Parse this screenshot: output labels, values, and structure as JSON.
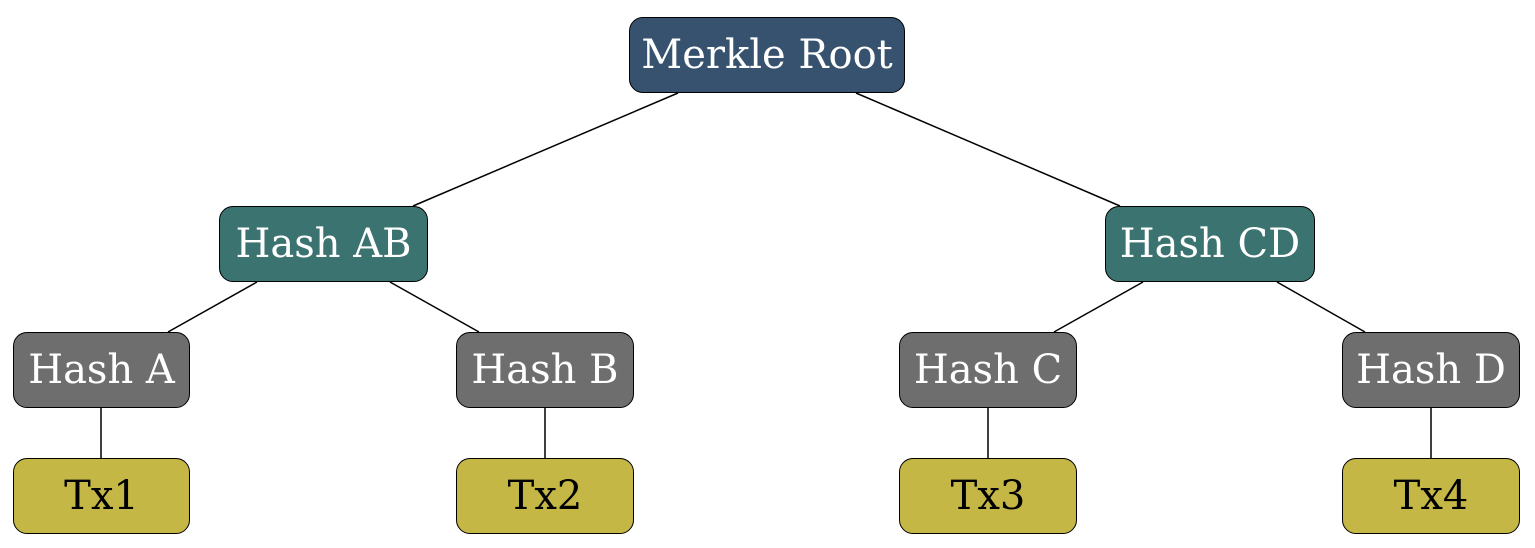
{
  "colors": {
    "root_fill": "#36526E",
    "intermediate_fill": "#3B7371",
    "leaf_hash_fill": "#6E6E6E",
    "transaction_fill": "#C4B745",
    "light_text": "#FFFFFF",
    "dark_text": "#000000"
  },
  "tree": {
    "root": {
      "label": "Merkle Root"
    },
    "hash_ab": {
      "label": "Hash AB"
    },
    "hash_cd": {
      "label": "Hash CD"
    },
    "hash_a": {
      "label": "Hash A"
    },
    "hash_b": {
      "label": "Hash B"
    },
    "hash_c": {
      "label": "Hash C"
    },
    "hash_d": {
      "label": "Hash D"
    },
    "tx1": {
      "label": "Tx1"
    },
    "tx2": {
      "label": "Tx2"
    },
    "tx3": {
      "label": "Tx3"
    },
    "tx4": {
      "label": "Tx4"
    }
  }
}
